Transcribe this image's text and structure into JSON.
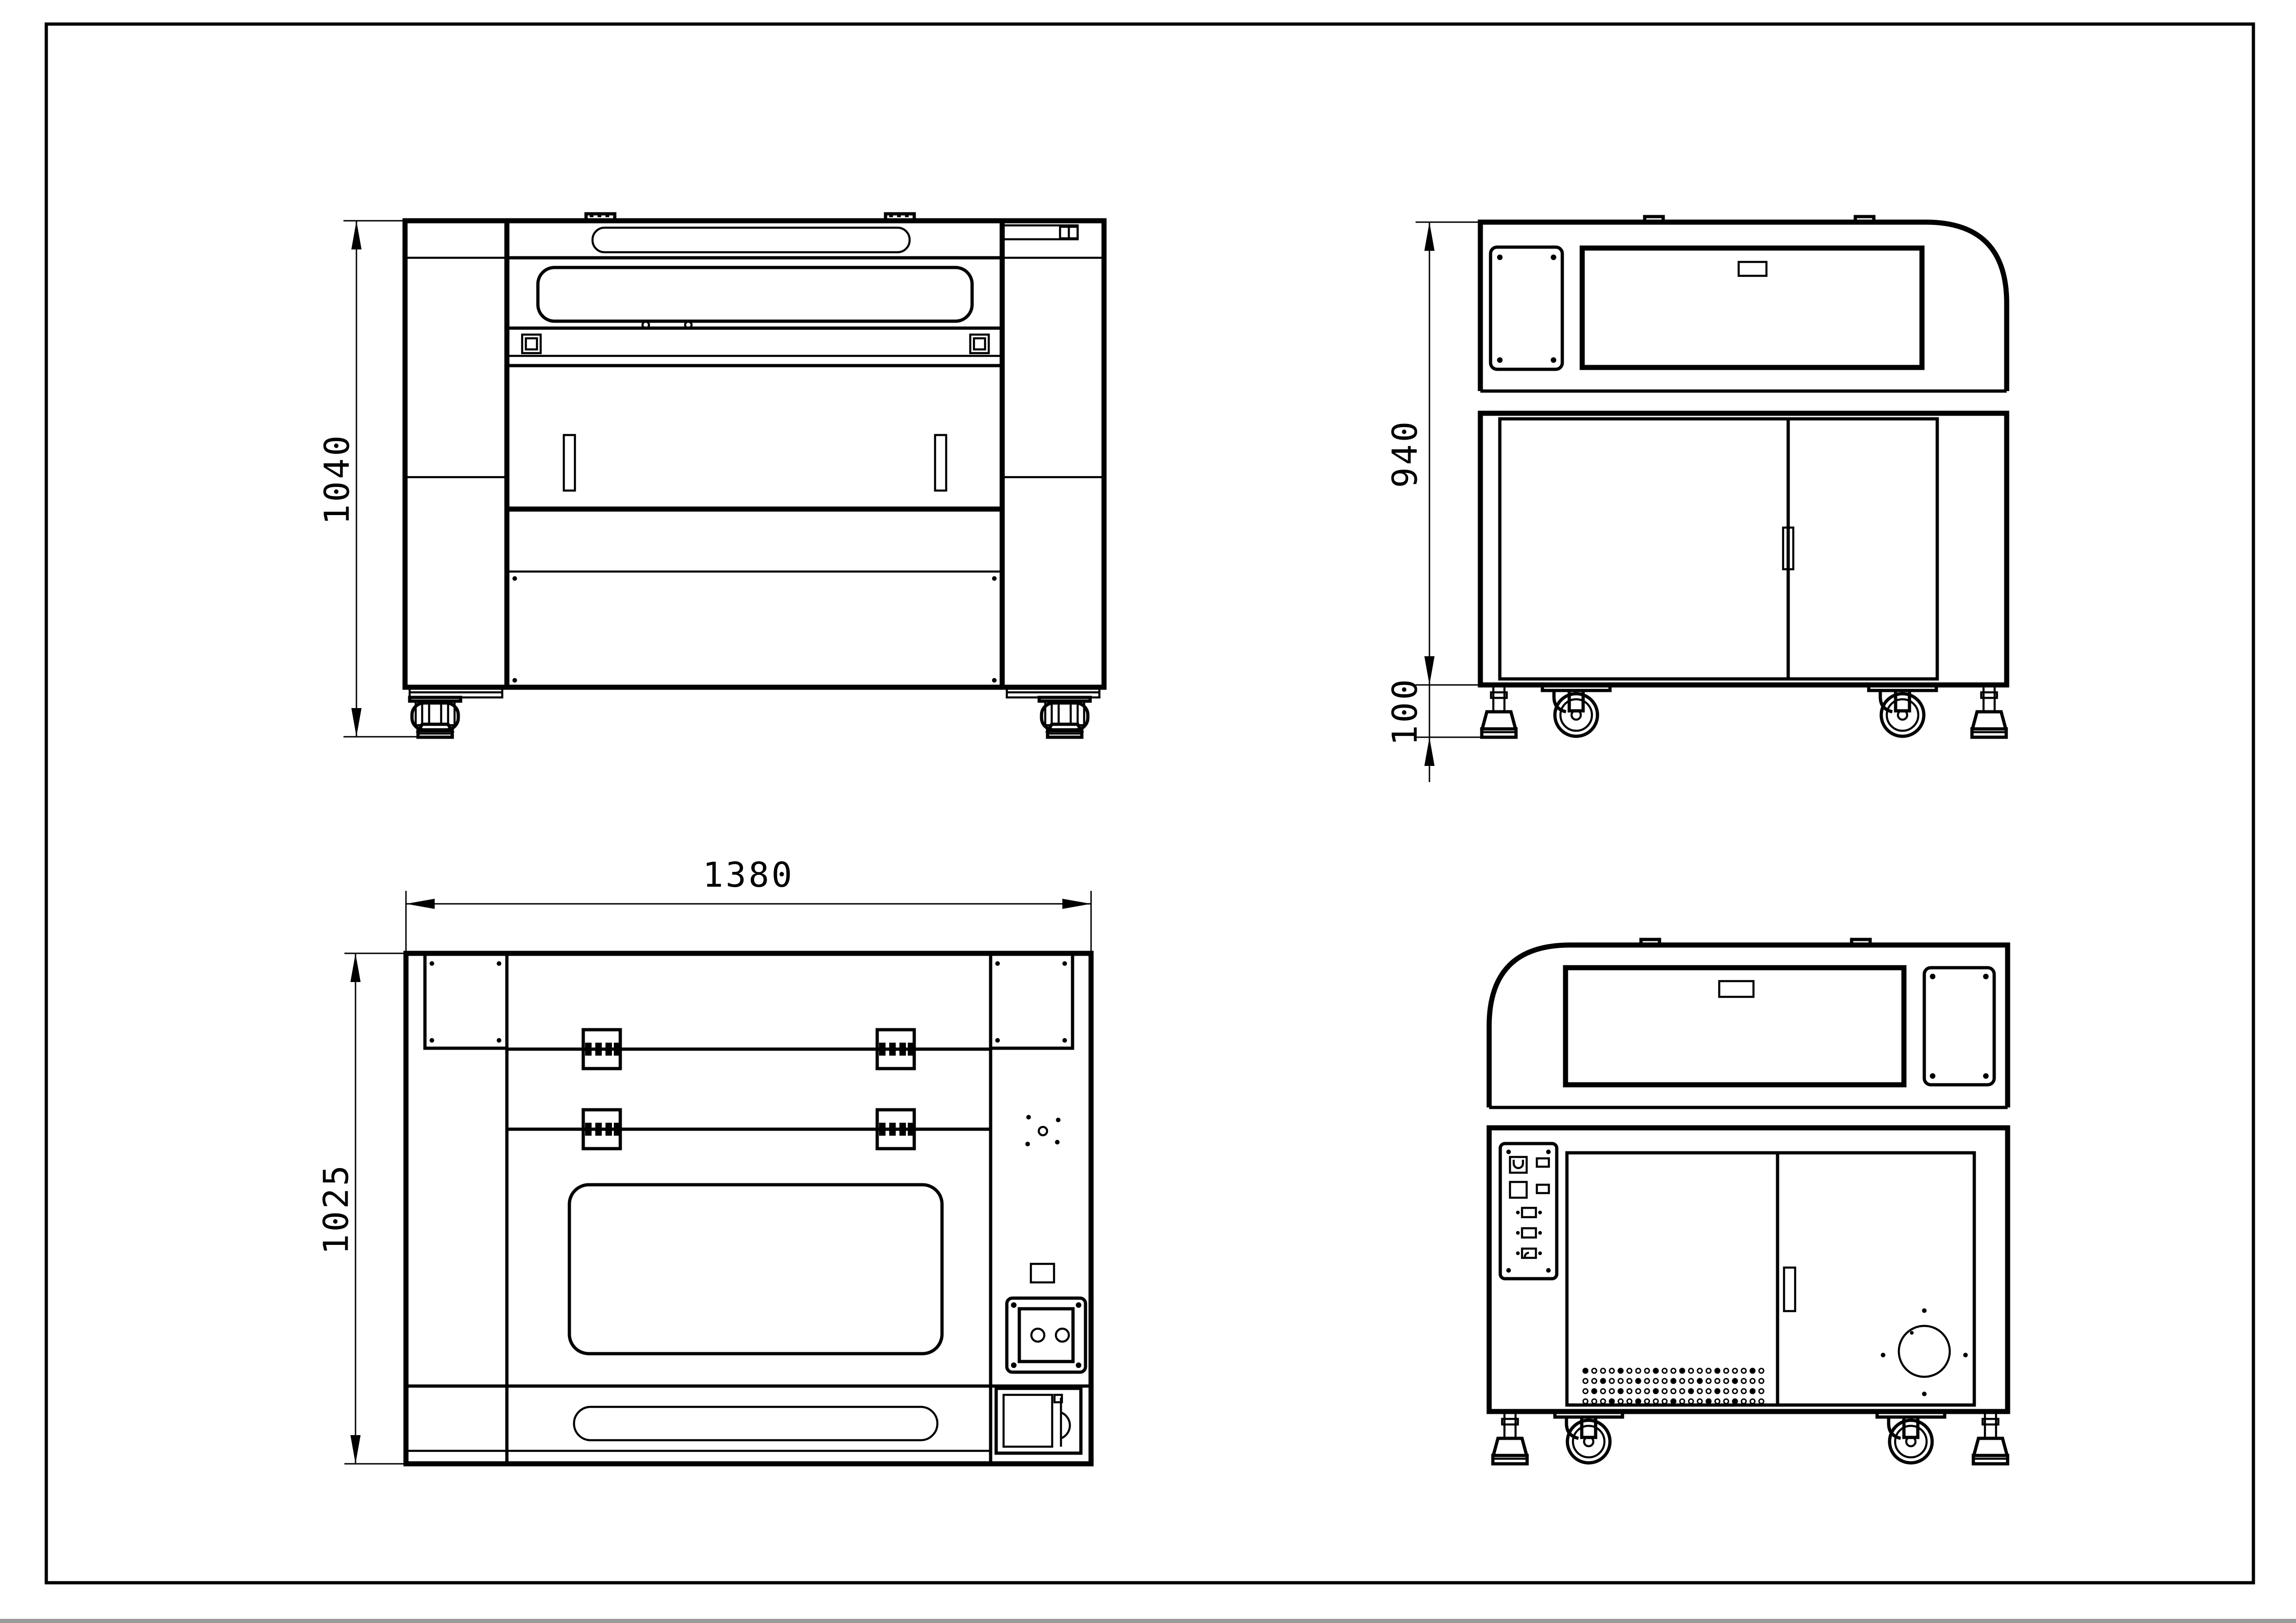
{
  "drawing": {
    "views": {
      "front": {
        "height_dim": "1040"
      },
      "side": {
        "height_dim": "940",
        "base_dim": "100"
      },
      "top": {
        "width_dim": "1380",
        "depth_dim": "1025"
      }
    }
  }
}
